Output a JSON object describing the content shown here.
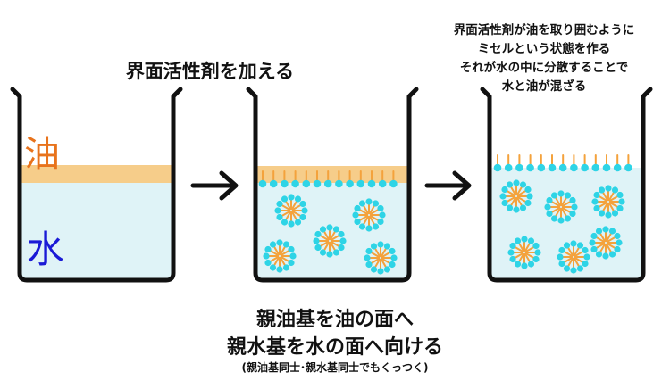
{
  "labels": {
    "oil": "油",
    "water": "水"
  },
  "captions": {
    "step2": "界面活性剤を加える",
    "step3_lines": [
      "界面活性剤が油を取り囲むように",
      "ミセルという状態を作る",
      "それが水の中に分散することで",
      "水と油が混ざる"
    ],
    "bottom_line1": "親油基を油の面へ",
    "bottom_line2": "親水基を水の面へ向ける",
    "bottom_note": "(親油基同士･親水基同士でもくっつく)"
  },
  "colors": {
    "water": "#dff3f7",
    "oil": "#f6cd8a",
    "hydrophilic_head": "#2ed4e6",
    "lipophilic_tail": "#f4a23c",
    "oil_label": "#e8731c",
    "water_label": "#1a1ad6",
    "outline": "#111111"
  },
  "icons": [
    "right-arrow-icon"
  ]
}
